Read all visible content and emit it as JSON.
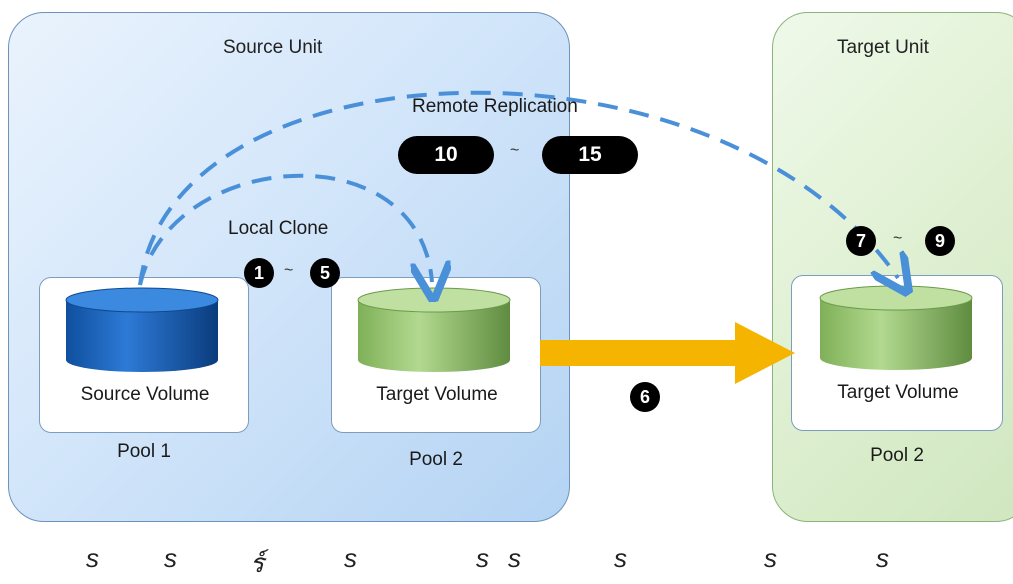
{
  "source_unit": {
    "title": "Source Unit",
    "pool1": {
      "volume_label": "Source Volume",
      "pool_label": "Pool 1",
      "volume_color": "#1a5fb4"
    },
    "pool2": {
      "volume_label": "Target Volume",
      "pool_label": "Pool 2",
      "volume_color": "#8fbf6a"
    }
  },
  "target_unit": {
    "title": "Target Unit",
    "pool": {
      "volume_label": "Target Volume",
      "pool_label": "Pool 2",
      "volume_color": "#8fbf6a"
    }
  },
  "remote_replication": {
    "label": "Remote Replication",
    "start": "10",
    "separator": "~",
    "end": "15"
  },
  "local_clone": {
    "label": "Local Clone",
    "start": "1",
    "separator": "~",
    "end": "5"
  },
  "target_steps": {
    "start": "7",
    "separator": "~",
    "end": "9"
  },
  "transfer_step": "6",
  "colors": {
    "dashed_arrow": "#4a90d9",
    "transfer_arrow": "#f5b400"
  },
  "bottom_glyphs": [
    "s",
    "s",
    "ร์",
    "s",
    "s",
    "s",
    "s",
    "s",
    "s"
  ]
}
